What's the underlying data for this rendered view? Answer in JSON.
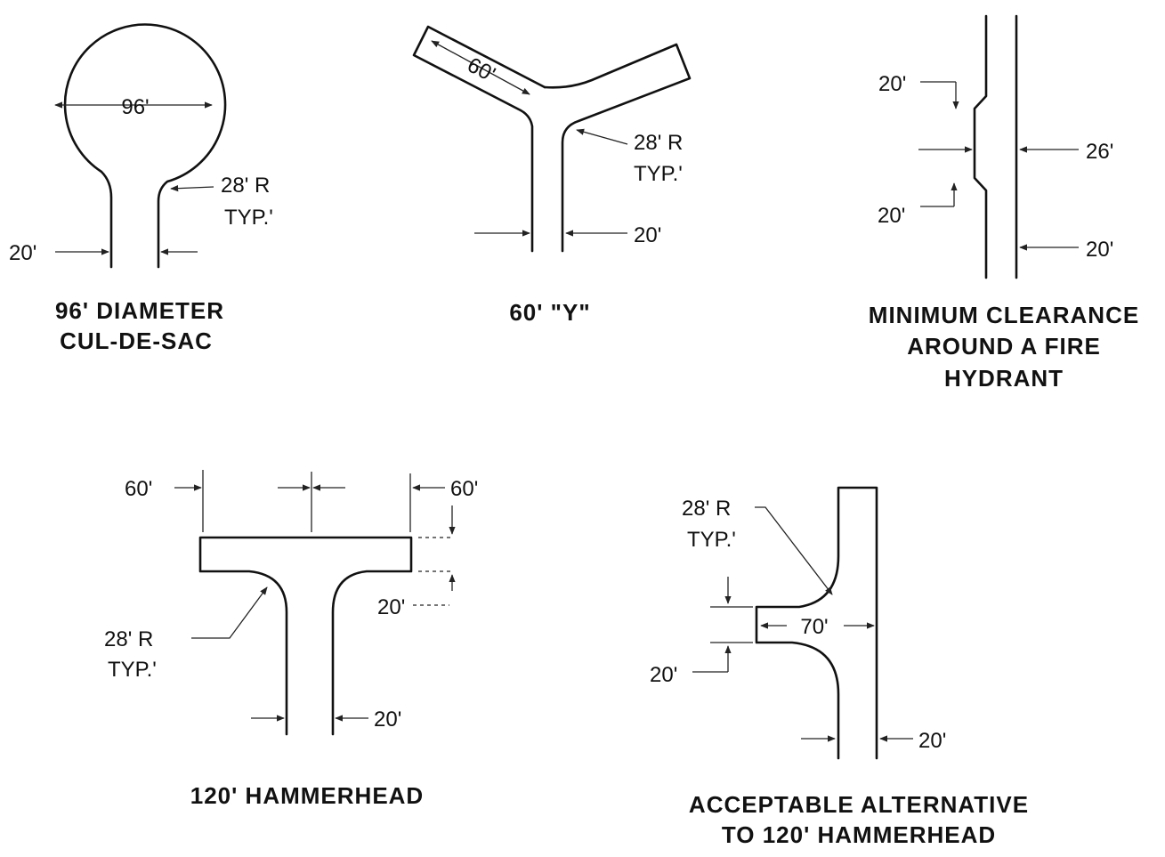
{
  "cul_de_sac": {
    "caption_line1": "96' DIAMETER",
    "caption_line2": "CUL-DE-SAC",
    "diameter_label": "96'",
    "radius_label_line1": "28' R",
    "radius_label_line2": "TYP.'",
    "width_label": "20'"
  },
  "y_turnaround": {
    "caption": "60' \"Y\"",
    "arm_label": "60'",
    "radius_label_line1": "28' R",
    "radius_label_line2": "TYP.'",
    "width_label": "20'"
  },
  "hydrant": {
    "caption_line1": "MINIMUM CLEARANCE",
    "caption_line2": "AROUND A FIRE",
    "caption_line3": "HYDRANT",
    "top_length_label": "20'",
    "clear_width_label": "26'",
    "bottom_length_label": "20'",
    "road_width_label": "20'"
  },
  "hammerhead": {
    "caption": "120' HAMMERHEAD",
    "left_arm_label": "60'",
    "right_arm_label": "60'",
    "arm_width_label": "20'",
    "radius_label_line1": "28' R",
    "radius_label_line2": "TYP.'",
    "stem_width_label": "20'"
  },
  "alternative": {
    "caption_line1": "ACCEPTABLE ALTERNATIVE",
    "caption_line2": "TO 120' HAMMERHEAD",
    "radius_label_line1": "28' R",
    "radius_label_line2": "TYP.'",
    "spur_length_label": "70'",
    "spur_width_label": "20'",
    "road_width_label": "20'"
  }
}
